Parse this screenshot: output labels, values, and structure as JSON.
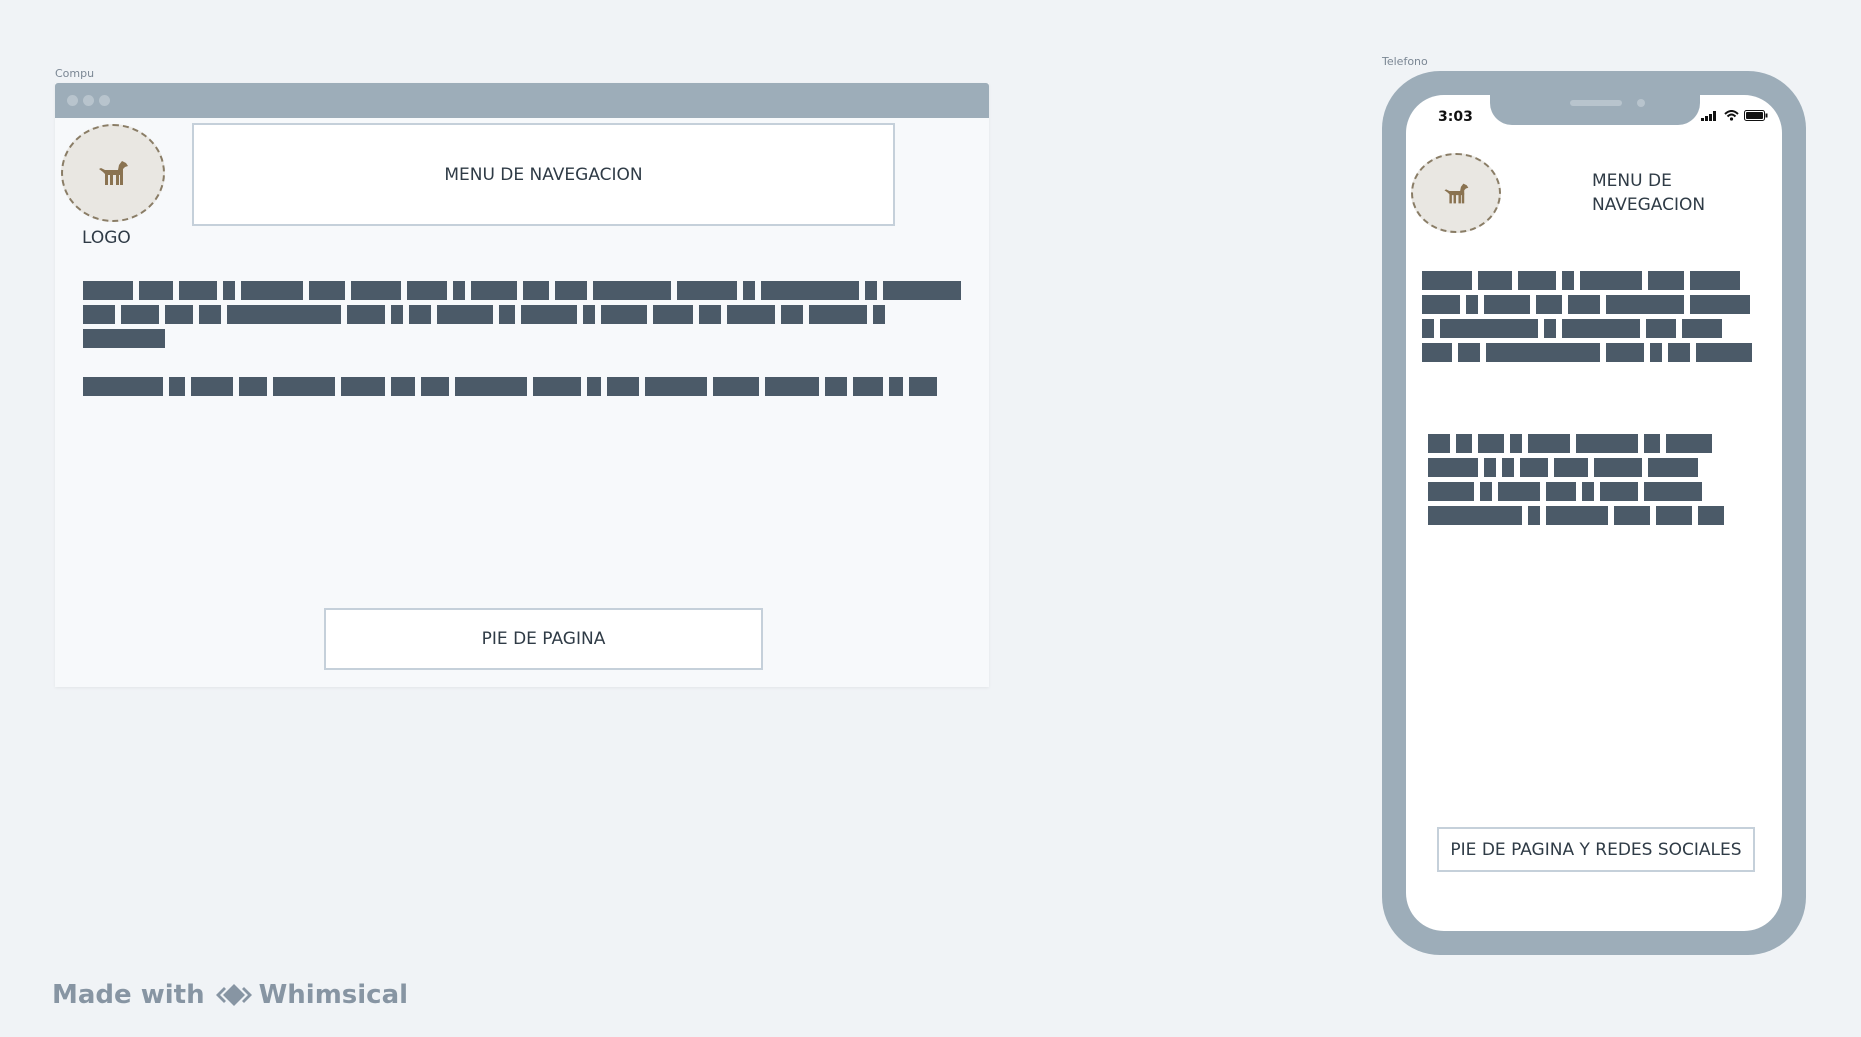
{
  "desktop": {
    "frame_label": "Compu",
    "nav_label": "MENU DE NAVEGACION",
    "logo_label": "LOGO",
    "footer_label": "PIE DE PAGINA",
    "logo_icon": "dog-icon",
    "paragraphs": [
      [
        [
          50,
          34,
          38,
          12,
          62,
          36,
          50,
          40,
          12,
          46,
          26,
          32,
          78,
          60,
          12,
          98,
          12,
          78
        ],
        [
          32,
          38,
          28,
          22,
          114,
          38,
          12,
          22,
          56,
          16,
          56,
          12,
          46,
          40,
          22,
          48,
          22,
          58,
          12
        ],
        [
          82
        ]
      ],
      [
        [
          80,
          16,
          42,
          28,
          62,
          44,
          24,
          28,
          72,
          48,
          14,
          32,
          62,
          46,
          54,
          22,
          30,
          14,
          28
        ]
      ]
    ]
  },
  "phone": {
    "frame_label": "Telefono",
    "time": "3:03",
    "nav_label": "MENU DE NAVEGACION",
    "footer_label": "PIE DE PAGINA Y REDES SOCIALES",
    "logo_icon": "dog-icon",
    "status_icons": [
      "signal-icon",
      "wifi-icon",
      "battery-icon"
    ],
    "paragraphs": [
      [
        [
          50,
          34,
          38,
          12,
          62,
          36,
          50
        ],
        [
          38,
          12,
          46,
          26,
          32,
          78,
          60
        ],
        [
          12,
          98,
          12,
          78,
          30,
          40
        ],
        [
          30,
          22,
          114,
          38,
          12,
          22,
          56
        ]
      ],
      [
        [
          22,
          16,
          26,
          12,
          42,
          62,
          16,
          46
        ],
        [
          50,
          12,
          12,
          28,
          34,
          48,
          50
        ],
        [
          46,
          12,
          42,
          30,
          12,
          38,
          58
        ],
        [
          94,
          12,
          62,
          36,
          36,
          26
        ]
      ]
    ]
  },
  "watermark": {
    "made_with": "Made with",
    "brand": "Whimsical"
  },
  "colors": {
    "frame": "#9dadb9",
    "text_block": "#4b5a68",
    "background": "#f0f3f6"
  }
}
